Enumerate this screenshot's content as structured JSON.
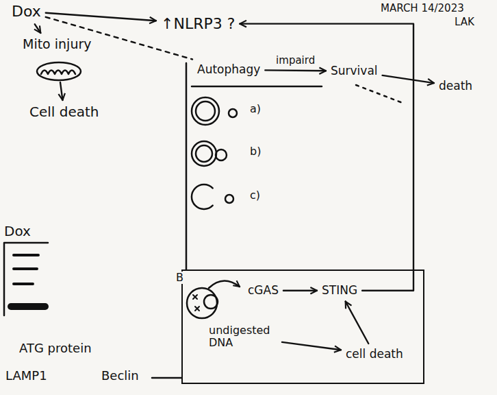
{
  "diagram": {
    "nodes": [
      {
        "text": [
          "Dox"
        ]
      },
      {
        "text": [
          "↑NLRP3 ?"
        ]
      },
      {
        "text": [
          "Mito injury"
        ]
      },
      {
        "text": [
          "Cell death"
        ]
      },
      {
        "text": [
          "Autophagy"
        ]
      },
      {
        "text": [
          "Survival"
        ]
      },
      {
        "text": [
          "death"
        ]
      },
      {
        "text": [
          "B"
        ]
      },
      {
        "text": [
          "cGAS"
        ],
        "in": 7
      },
      {
        "text": [
          "STING"
        ],
        "in": 7
      },
      {
        "text": [
          "undigested DNA"
        ],
        "in": 7
      },
      {
        "text": [
          "cell death"
        ],
        "in": 7
      }
    ],
    "edges": [
      {
        "from": 0,
        "to": 1,
        "arrow": "to"
      },
      {
        "from": 0,
        "to": 2,
        "arrow": "to"
      },
      {
        "from": 2,
        "to": 3,
        "arrow": "to"
      },
      {
        "from": 0,
        "to": 4,
        "arrow": "none"
      },
      {
        "from": 4,
        "to": 5,
        "label": "impaird",
        "arrow": "to"
      },
      {
        "from": 5,
        "to": 6,
        "arrow": "to"
      },
      {
        "from": 8,
        "to": 9,
        "arrow": "to"
      },
      {
        "from": 10,
        "to": 11,
        "arrow": "to"
      },
      {
        "from": 11,
        "to": 9,
        "arrow": "to"
      },
      {
        "from": 9,
        "to": 1,
        "arrow": "to"
      }
    ],
    "labels": [
      "MARCH 14/2023",
      "LAK",
      "a)",
      "b)",
      "c)",
      "Dox",
      "ATG protein",
      "LAMP1",
      "Beclin"
    ]
  }
}
